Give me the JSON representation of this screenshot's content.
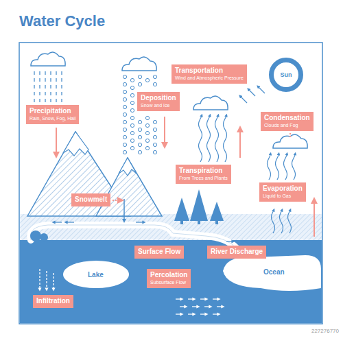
{
  "diagram": {
    "title": "Water Cycle",
    "nodes": [
      {
        "text": [
          "Precipitation",
          "Rain, Snow, Fog, Hail"
        ]
      },
      {
        "text": [
          "Deposition",
          "Snow and Ice"
        ]
      },
      {
        "text": [
          "Transportation",
          "Wind and Atmospheric Pressure"
        ]
      },
      {
        "text": [
          "Sun"
        ]
      },
      {
        "text": [
          "Condensation",
          "Clouds and Fog"
        ]
      },
      {
        "text": [
          "Transpiration",
          "From Trees and Plants"
        ]
      },
      {
        "text": [
          "Evaporation",
          "Liquid to Gas"
        ]
      },
      {
        "text": [
          "Snowmelt"
        ]
      },
      {
        "text": [
          "Surface Flow"
        ]
      },
      {
        "text": [
          "River Discharge"
        ]
      },
      {
        "text": [
          "Lake"
        ]
      },
      {
        "text": [
          "Percolation",
          "Subsurface Flow"
        ]
      },
      {
        "text": [
          "Ocean"
        ]
      },
      {
        "text": [
          "Infiltration"
        ]
      }
    ],
    "labels": [
      "227276770"
    ]
  }
}
